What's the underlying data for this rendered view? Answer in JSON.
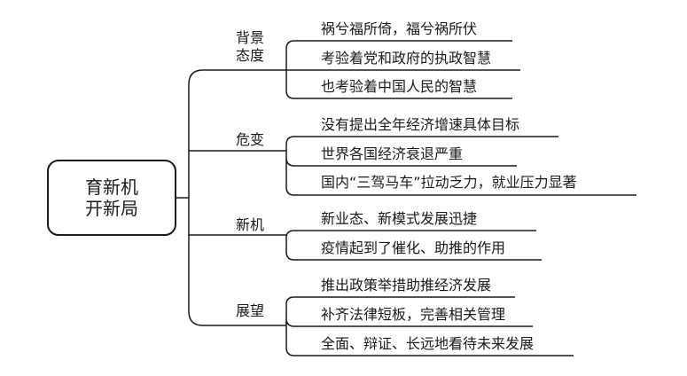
{
  "root": {
    "line1": "育新机",
    "line2": "开新局"
  },
  "branches": [
    {
      "label_lines": [
        "背景",
        "态度"
      ],
      "items": [
        "祸兮福所倚，福兮祸所伏",
        "考验着党和政府的执政智慧",
        "也考验着中国人民的智慧"
      ]
    },
    {
      "label_lines": [
        "危变"
      ],
      "items": [
        "没有提出全年经济增速具体目标",
        "世界各国经济衰退严重",
        "国内“三驾马车”拉动乏力，就业压力显著"
      ]
    },
    {
      "label_lines": [
        "新机"
      ],
      "items": [
        "新业态、新模式发展迅捷",
        "疫情起到了催化、助推的作用"
      ]
    },
    {
      "label_lines": [
        "展望"
      ],
      "items": [
        "推出政策举措助推经济发展",
        "补齐法律短板，完善相关管理",
        "全面、辩证、长远地看待未来发展"
      ]
    }
  ]
}
